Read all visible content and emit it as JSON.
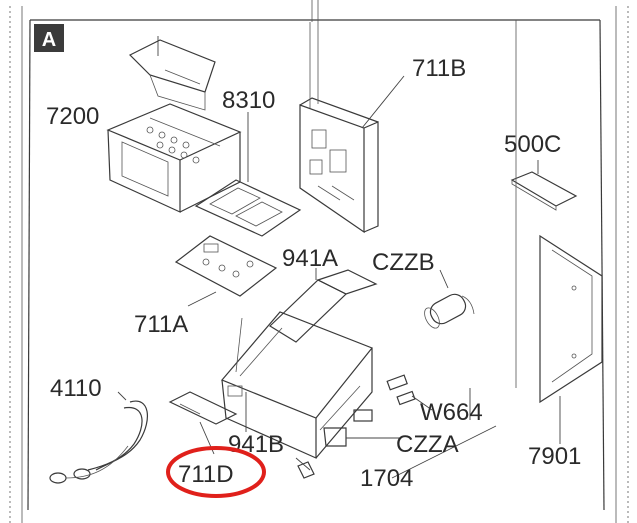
{
  "section_marker": "A",
  "labels": {
    "p7200": "7200",
    "p8310": "8310",
    "p711B": "711B",
    "p500C": "500C",
    "p941A": "941A",
    "pCZZB": "CZZB",
    "p711A": "711A",
    "p4110": "4110",
    "pW664": "W664",
    "p941B": "941B",
    "pCZZA": "CZZA",
    "p711D": "711D",
    "p1704": "1704",
    "p7901": "7901"
  },
  "highlight": {
    "target": "711D",
    "color": "#e0201b"
  }
}
